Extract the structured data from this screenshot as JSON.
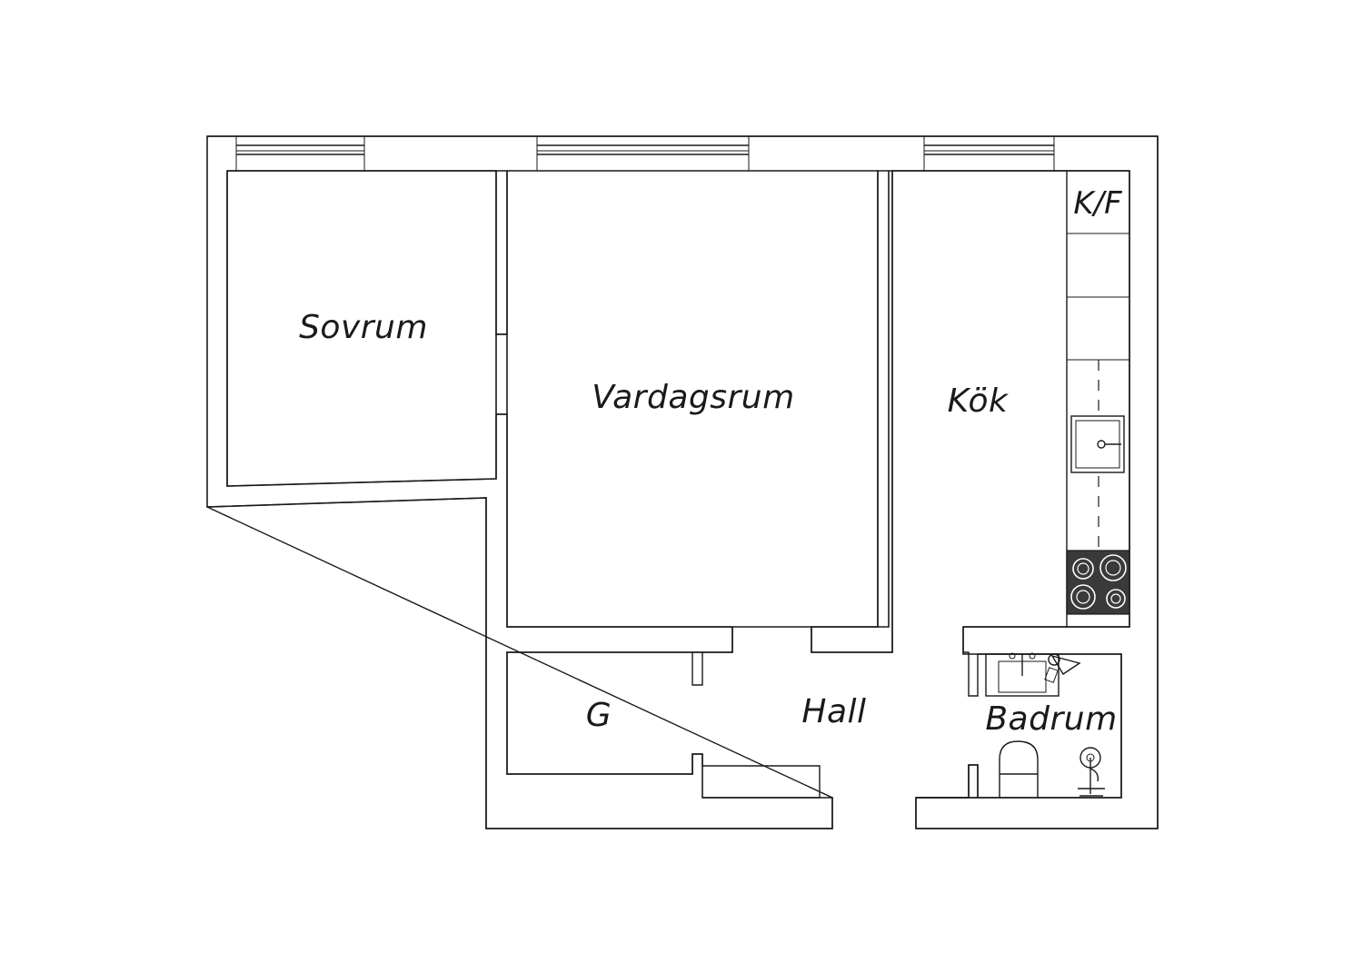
{
  "rooms": {
    "bedroom": "Sovrum",
    "living_room": "Vardagsrum",
    "kitchen": "Kök",
    "fridge_freezer": "K/F",
    "closet": "G",
    "hall": "Hall",
    "bathroom": "Badrum"
  },
  "colors": {
    "line": "#1a1a1a",
    "background": "#ffffff",
    "stove": "#3a3a3a"
  },
  "icons": {
    "window": "window-icon",
    "sink": "kitchen-sink-icon",
    "stove": "stove-icon",
    "toilet": "toilet-icon",
    "washbasin": "washbasin-icon",
    "shower": "shower-icon"
  }
}
